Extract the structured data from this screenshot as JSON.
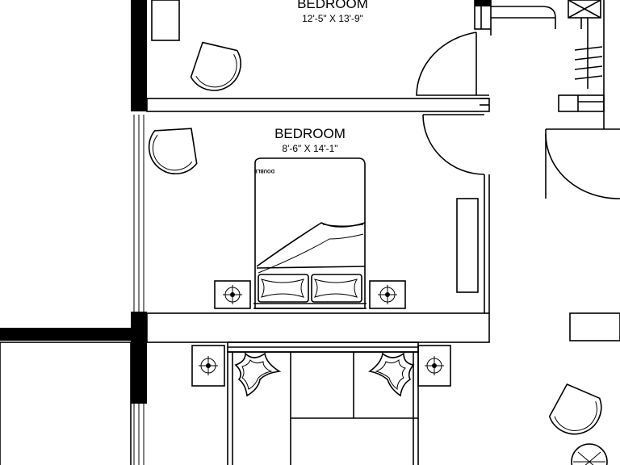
{
  "rooms": {
    "top_bedroom": {
      "name": "BEDROOM",
      "dims": "12'-5\" X 13'-9\""
    },
    "main_bedroom": {
      "name": "BEDROOM",
      "dims": "8'-6\" X 14'-1\"",
      "bed_tag": "DOUBLE"
    }
  }
}
